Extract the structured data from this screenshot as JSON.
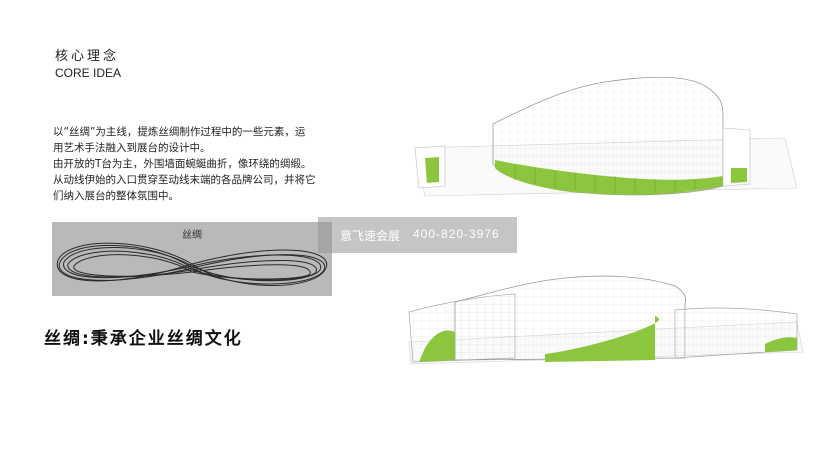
{
  "header": {
    "title_cn": "核心理念",
    "title_en": "CORE IDEA"
  },
  "description": {
    "lines": [
      "以“丝绸”为主线，提炼丝绸制作过程中的一些元素，运",
      "用艺术手法融入到展台的设计中。",
      "由开放的T台为主，外围墙面蜿蜒曲折，像环绕的绸缎。",
      "从动线伊始的入口贯穿至动线末端的各品牌公司，并将它",
      "们纳入展台的整体氛围中。"
    ]
  },
  "silk_image": {
    "label": "丝绸"
  },
  "tagline": "丝绸:秉承企业丝绸文化",
  "watermark": {
    "brand": "意飞速会展",
    "phone": "400-820-3976"
  },
  "colors": {
    "accent_green": "#8cc63f",
    "panel_gray": "#b9b9b9"
  }
}
